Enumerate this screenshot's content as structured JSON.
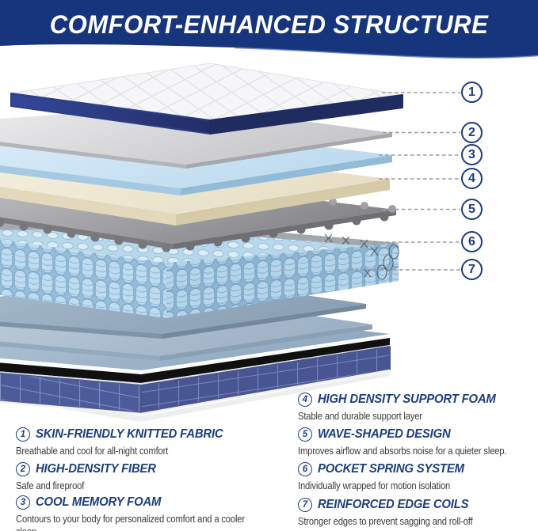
{
  "title": "COMFORT-ENHANCED STRUCTURE",
  "features": [
    {
      "num": "1",
      "title": "SKIN-FRIENDLY KNITTED FABRIC",
      "desc": "Breathable and cool for all-night comfort"
    },
    {
      "num": "2",
      "title": "HIGH-DENSITY FIBER",
      "desc": "Safe and fireproof"
    },
    {
      "num": "3",
      "title": "COOL MEMORY FOAM",
      "desc": "Contours to your body for personalized comfort and a cooler sleep."
    },
    {
      "num": "4",
      "title": "HIGH DENSITY SUPPORT FOAM",
      "desc": "Stable and durable support layer"
    },
    {
      "num": "5",
      "title": "WAVE-SHAPED DESIGN",
      "desc": "Improves airflow and absorbs noise for a quieter sleep."
    },
    {
      "num": "6",
      "title": "POCKET SPRING SYSTEM",
      "desc": "Individually wrapped for motion isolation"
    },
    {
      "num": "7",
      "title": "REINFORCED EDGE COILS",
      "desc": "Stronger edges to prevent sagging and roll-off"
    }
  ],
  "colors": {
    "banner_navy": "#17357c",
    "heading_navy": "#1c3e7d",
    "body_text": "#3b3b3b",
    "callout_navy": "#1e3c78",
    "leader_line_gray": "#9a9a9a",
    "fabric_white": "#f6f6f8",
    "mattress_band_navy": "#2c3e86",
    "fiber_gray": "#d9d9db",
    "memory_foam_blue": "#cfe7f6",
    "support_foam_cream": "#f3eedb",
    "wave_layer_gray": "#9c9c9f",
    "spring_blue": "#b9d8ec",
    "base_grid_navy": "#4c5c9b",
    "base_stripe_black": "#101010"
  }
}
